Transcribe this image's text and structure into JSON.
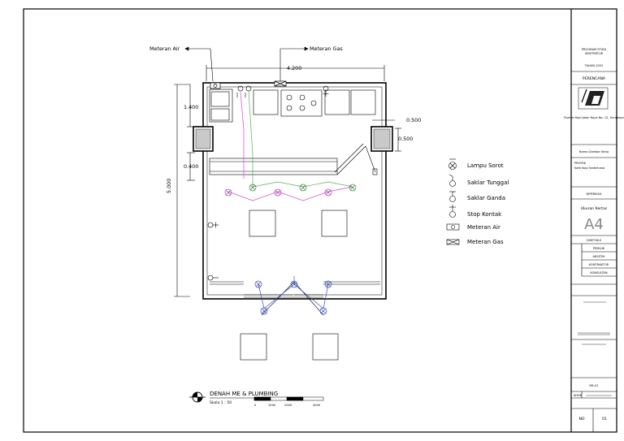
{
  "callouts": {
    "water_meter": "Meteran Air",
    "gas_meter": "Meteran Gas"
  },
  "dimensions": {
    "total_width": "4.200",
    "total_height": "5.000",
    "upper_height": "1.400",
    "beam_gap": "0.400",
    "column_width": "0.500",
    "column_height": "0.500"
  },
  "legend": [
    {
      "icon": "spotlight-lamp-icon",
      "label": "Lampu Sorot"
    },
    {
      "icon": "single-switch-icon",
      "label": "Saklar Tunggal"
    },
    {
      "icon": "double-switch-icon",
      "label": "Saklar Ganda"
    },
    {
      "icon": "power-outlet-icon",
      "label": "Stop Kontak"
    },
    {
      "icon": "water-meter-icon",
      "label": "Meteran Air"
    },
    {
      "icon": "gas-meter-icon",
      "label": "Meteran Gas"
    }
  ],
  "drawing_title": {
    "title": "DENAH ME & PLUMBING",
    "scale": "Skala 1 : 50",
    "scale_ticks": [
      "0",
      "1000",
      "2000",
      "4000"
    ]
  },
  "title_block": {
    "institution_line1": "PROGRAM STUDI",
    "institution_line2": "ARSITEKTUR",
    "year": "TAHUN 2022",
    "designer_heading": "PERENCANA",
    "designer_info": "Rumah Kopi Jalan Raya No. 12, Surabaya",
    "client": "Nama Gambar Kerja",
    "project_label": "PROYEK",
    "project_value": "Kafe Kopi Sederhana",
    "paper_size_label": "Ukuran Kertas",
    "paper_size_value": "A4",
    "approval_label": "DISETUJUI",
    "approvals": [
      "PEMILIK",
      "ARSITEK",
      "KONTRAKTOR",
      "KONSULTAN"
    ],
    "checked_label": "DIPERIKSA",
    "sheet_label": "KODE",
    "sheet_value": "ME-01",
    "sheet_number_label": "NO",
    "sheet_number_value": "01"
  }
}
